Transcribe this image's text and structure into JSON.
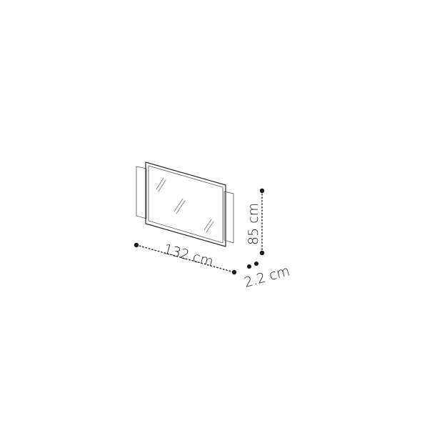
{
  "product": {
    "width_label": "132 cm",
    "height_label": "85 cm",
    "depth_label": "2.2 cm"
  },
  "colors": {
    "line": "#2a2a2a",
    "text": "#1f1f1f",
    "background": "#ffffff"
  }
}
